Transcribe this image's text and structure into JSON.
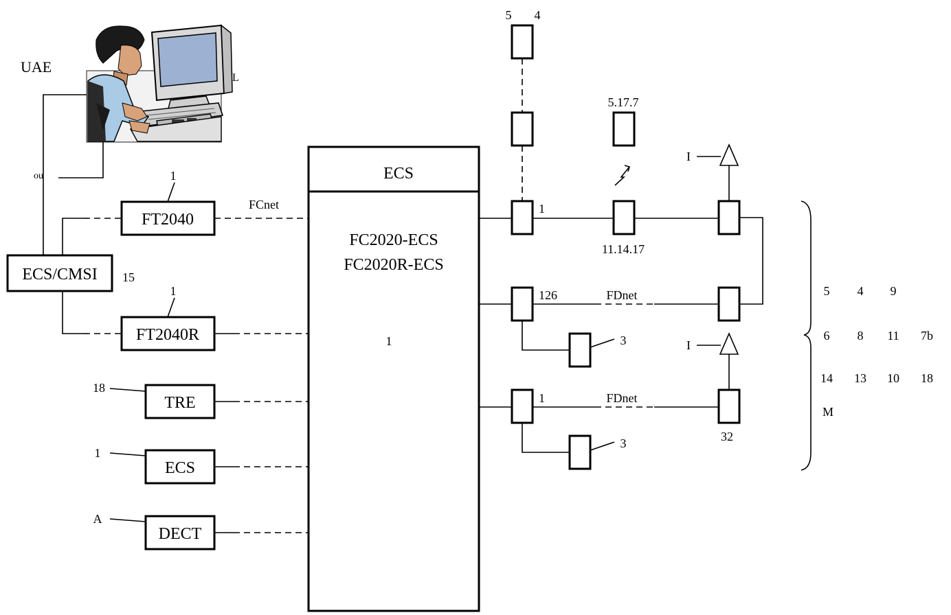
{
  "labels": {
    "uae": "UAE",
    "l": "L",
    "ou": "ou",
    "ecs_header": "ECS",
    "fc_line1": "FC2020-ECS",
    "fc_line2": "FC2020R-ECS",
    "center_num": "1",
    "fcnet": "FCnet",
    "fdnet_1": "FDnet",
    "fdnet_2": "FDnet",
    "ecs_cmsi": "ECS/CMSI",
    "n15": "15",
    "ft2040": "FT2040",
    "ft2040_num": "1",
    "ft2040r": "FT2040R",
    "ft2040r_num": "1",
    "tre": "TRE",
    "tre_num": "18",
    "ecs_small": "ECS",
    "ecs_small_num": "1",
    "dect": "DECT",
    "dect_num": "A",
    "top_5": "5",
    "top_4": "4",
    "radio_label": "5.17.7",
    "i_upper": "I",
    "i_lower": "I",
    "loop1_num": "1",
    "loop1_mid": "11.14.17",
    "loop2_num": "126",
    "loop2_aux": "3",
    "loop3_num": "1",
    "loop3_aux": "3",
    "loop3_end": "32"
  },
  "legend": {
    "rows": [
      [
        "5",
        "4",
        "9"
      ],
      [
        "6",
        "8",
        "11",
        "7b"
      ],
      [
        "14",
        "13",
        "10",
        "18"
      ],
      [
        "M"
      ]
    ]
  }
}
